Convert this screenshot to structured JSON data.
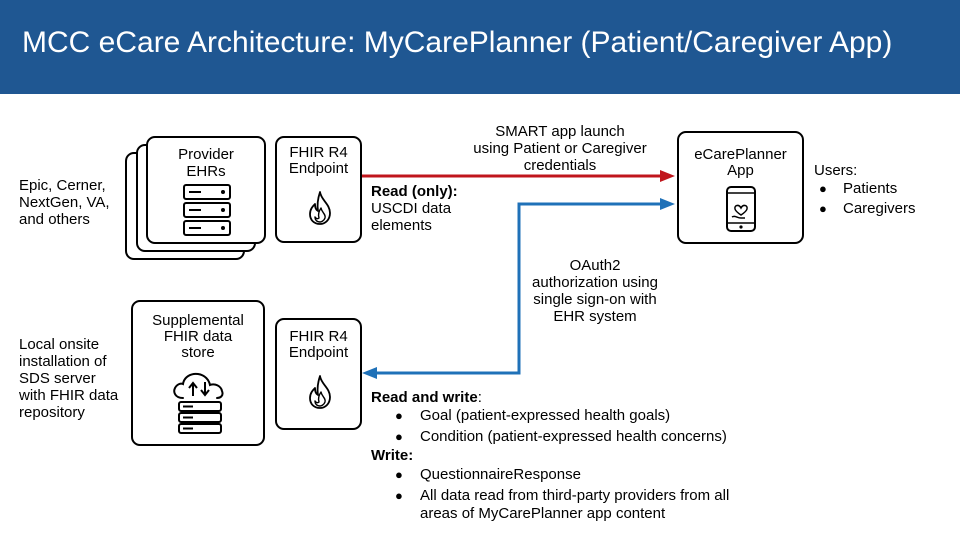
{
  "title": "MCC eCare Architecture: MyCarePlanner (Patient/Caregiver App)",
  "provider_ehrs": {
    "label_line1": "Provider",
    "label_line2": "EHRs"
  },
  "fhir_top": {
    "label_line1": "FHIR R4",
    "label_line2": "Endpoint"
  },
  "fhir_bottom": {
    "label_line1": "FHIR R4",
    "label_line2": "Endpoint"
  },
  "sds": {
    "label_line1": "Supplemental",
    "label_line2": "FHIR data",
    "label_line3": "store"
  },
  "app": {
    "label_line1": "eCarePlanner",
    "label_line2": "App"
  },
  "left_top_text": [
    "Epic, Cerner,",
    "NextGen, VA,",
    "and others"
  ],
  "left_bottom_text": [
    "Local onsite",
    "installation of",
    "SDS server",
    "with FHIR data",
    "repository"
  ],
  "smart_launch_text": [
    "SMART app launch",
    "using Patient or Caregiver",
    "credentials"
  ],
  "read_only": {
    "bold": "Read (only):",
    "lines": [
      "USCDI data",
      "elements"
    ]
  },
  "oauth_text": [
    "OAuth2",
    "authorization using",
    "single sign-on with",
    "EHR system"
  ],
  "users": {
    "heading": "Users:",
    "items": [
      "Patients",
      "Caregivers"
    ],
    "bullet": "●"
  },
  "read_write": {
    "bold": "Read and write",
    "suffix": ":",
    "items": [
      "Goal (patient-expressed health goals)",
      "Condition (patient-expressed health concerns)"
    ]
  },
  "write": {
    "bold": "Write:",
    "items": [
      "QuestionnaireResponse",
      "All data read from third-party providers from all",
      "areas of MyCarePlanner app content"
    ]
  },
  "colors": {
    "header": "#1f5792",
    "red_arrow": "#c0161c",
    "blue_arrow": "#1f71b8"
  }
}
